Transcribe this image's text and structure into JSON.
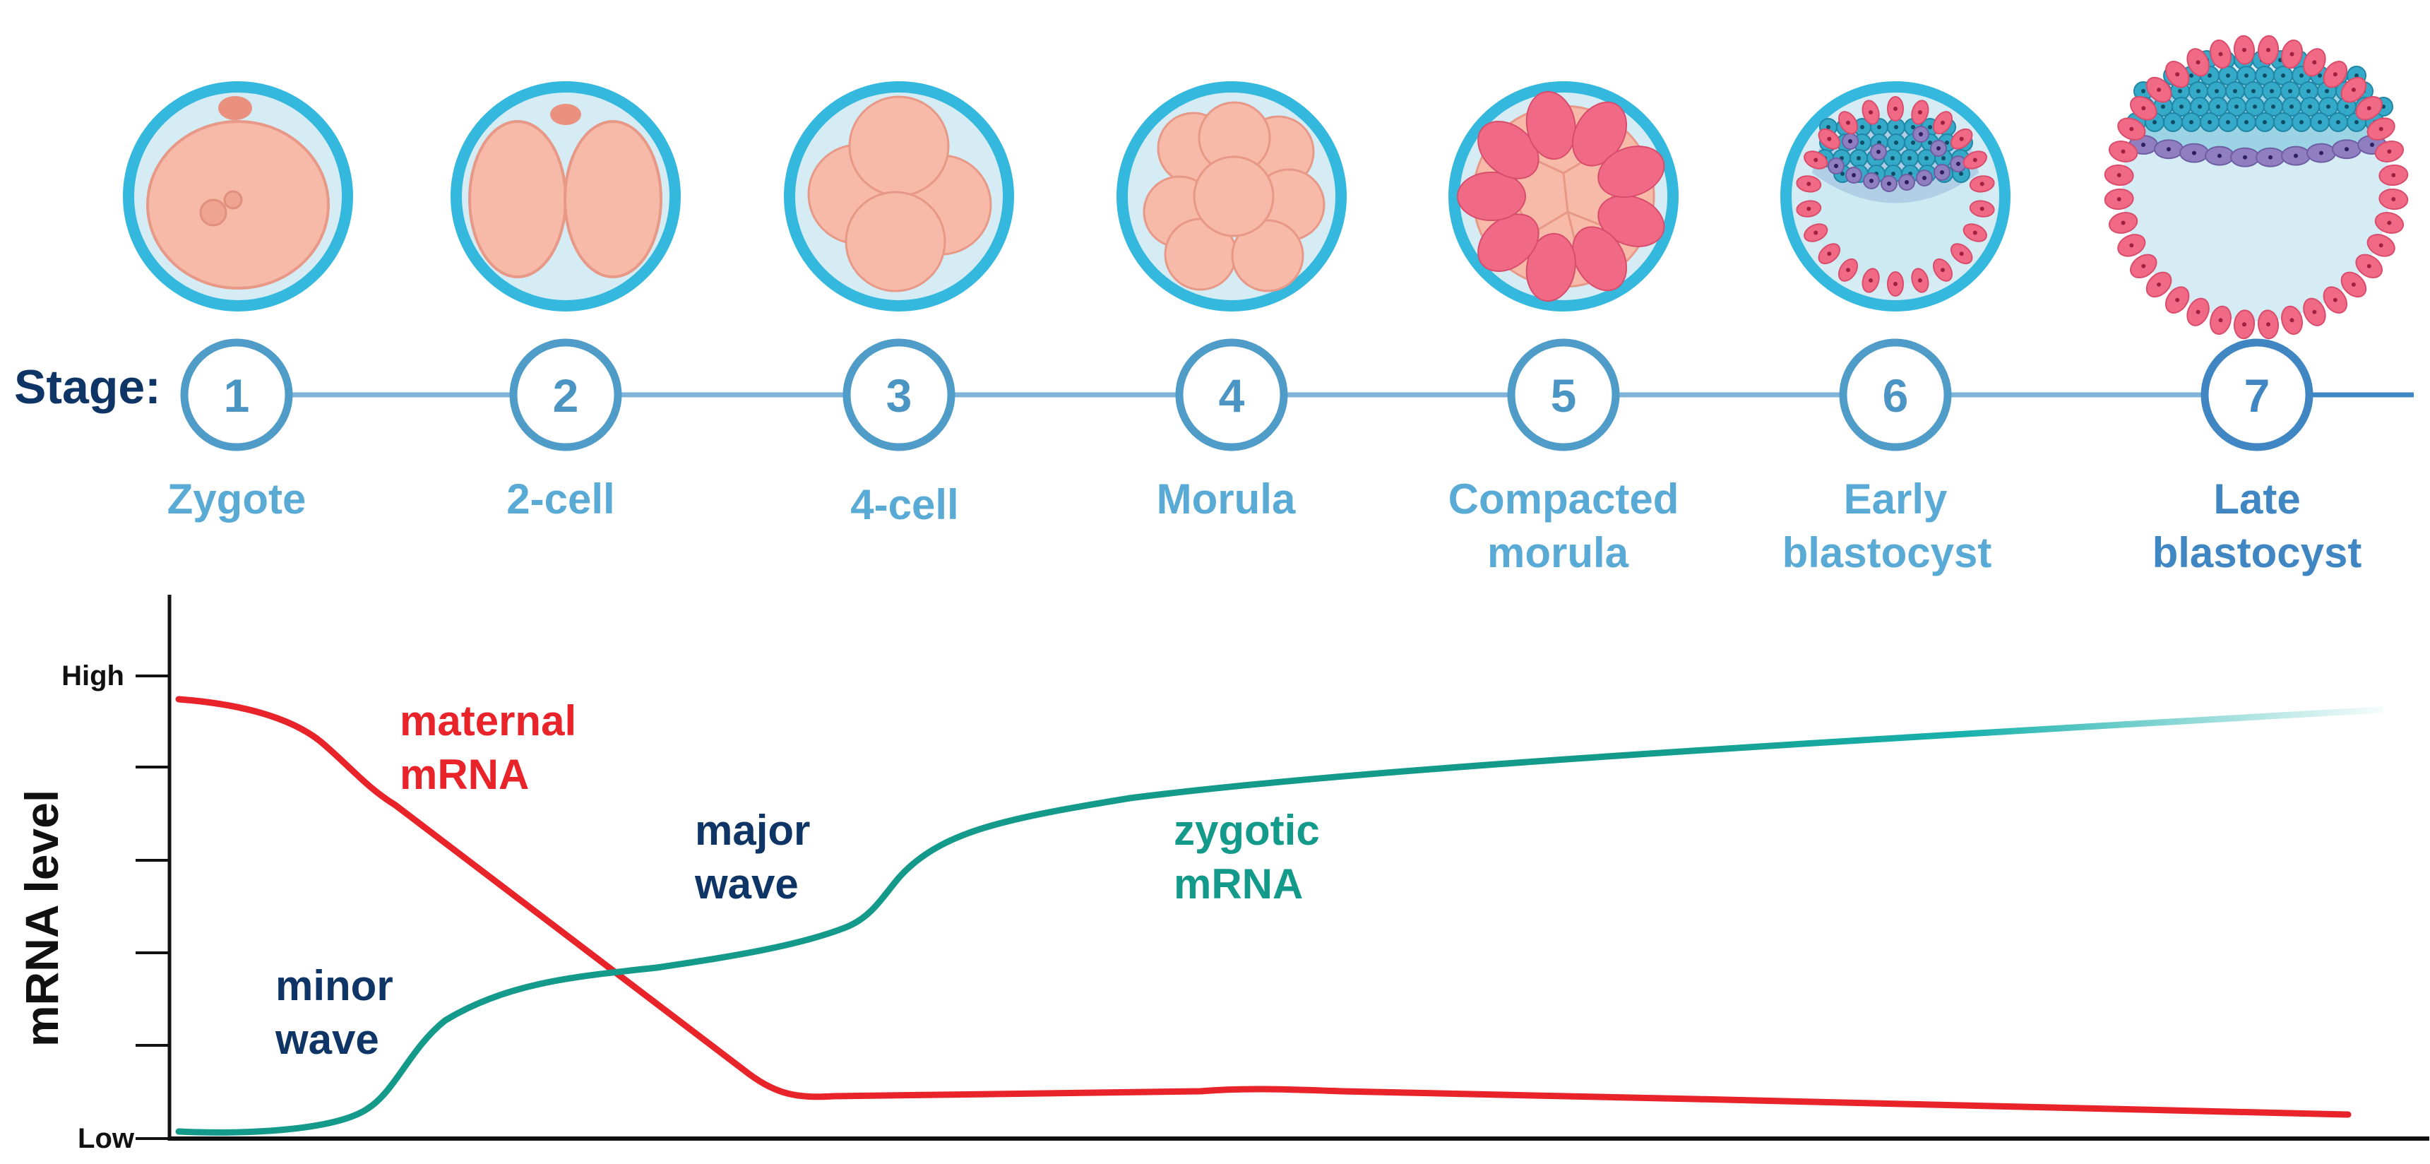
{
  "colors": {
    "stage_ring": "#4fa7d2",
    "stage_text": "#5aaad6",
    "late_stage": "#3f86c2",
    "stage_label": "#0e3566",
    "maternal": "#e8232a",
    "zygotic": "#149a8a",
    "wave_label": "#0e3566",
    "embryo_cell": "#f7b9a8",
    "zona": "#34b8dd",
    "compacted_cell": "#f06a86",
    "icm_cell": "#34a9c8",
    "primitive_endoderm": "#8f7fc0"
  },
  "stage_row_label": "Stage:",
  "stages": [
    {
      "number": "1",
      "lines": [
        "Zygote"
      ]
    },
    {
      "number": "2",
      "lines": [
        "2-cell"
      ]
    },
    {
      "number": "3",
      "lines": [
        "4-cell"
      ]
    },
    {
      "number": "4",
      "lines": [
        "Morula"
      ]
    },
    {
      "number": "5",
      "lines": [
        "Compacted",
        "morula"
      ]
    },
    {
      "number": "6",
      "lines": [
        "Early",
        "blastocyst"
      ]
    },
    {
      "number": "7",
      "lines": [
        "Late",
        "blastocyst"
      ]
    }
  ],
  "chart": {
    "ylabel": "mRNA level",
    "y_ticks": [
      "High",
      "Low"
    ],
    "labels": {
      "maternal": [
        "maternal",
        "mRNA"
      ],
      "zygotic": [
        "zygotic",
        "mRNA"
      ],
      "minor_wave": [
        "minor",
        "wave"
      ],
      "major_wave": [
        "major",
        "wave"
      ]
    }
  }
}
